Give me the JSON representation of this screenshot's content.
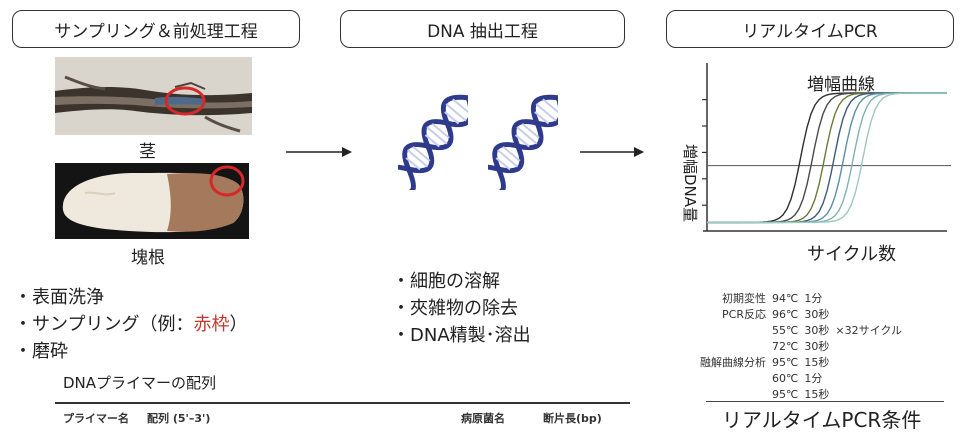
{
  "stages": [
    {
      "label": "サンプリング＆前処理工程"
    },
    {
      "label": "DNA 抽出工程"
    },
    {
      "label": "リアルタイムPCR"
    }
  ],
  "sampling": {
    "photo1_label": "茎",
    "photo2_label": "塊根",
    "bullets": [
      {
        "bullet": "・",
        "text": "表面洗浄"
      },
      {
        "bullet": "・",
        "text": "サンプリング（例：",
        "highlight": "赤枠",
        "suffix": "）"
      },
      {
        "bullet": "・",
        "text": "磨砕"
      }
    ]
  },
  "extraction": {
    "bullets": [
      {
        "bullet": "・",
        "text": "細胞の溶解"
      },
      {
        "bullet": "・",
        "text": "夾雑物の除去"
      },
      {
        "bullet": "・",
        "text": "DNA精製･溶出"
      }
    ]
  },
  "chart_data": {
    "type": "line",
    "title": "増幅曲線",
    "xlabel": "サイクル数",
    "ylabel": "増幅DNA量",
    "threshold": 0.45,
    "series": [
      {
        "color": "#2e2e2e",
        "midpoint": 0.39
      },
      {
        "color": "#4a4a4a",
        "midpoint": 0.44
      },
      {
        "color": "#6b7a3a",
        "midpoint": 0.49
      },
      {
        "color": "#3d5a7a",
        "midpoint": 0.53
      },
      {
        "color": "#5a8fa8",
        "midpoint": 0.57
      },
      {
        "color": "#7fb3b0",
        "midpoint": 0.61
      },
      {
        "color": "#9cc9c0",
        "midpoint": 0.65
      }
    ]
  },
  "pcr_conditions": {
    "rows": [
      {
        "step": "初期変性",
        "temp": "94℃",
        "time": "1分",
        "note": ""
      },
      {
        "step": "PCR反応",
        "temp": "96℃",
        "time": "30秒",
        "note": ""
      },
      {
        "step": "",
        "temp": "55℃",
        "time": "30秒",
        "note": "×32サイクル"
      },
      {
        "step": "",
        "temp": "72℃",
        "time": "30秒",
        "note": ""
      },
      {
        "step": "融解曲線分析",
        "temp": "95℃",
        "time": "15秒",
        "note": ""
      },
      {
        "step": "",
        "temp": "60℃",
        "time": "1分",
        "note": ""
      },
      {
        "step": "",
        "temp": "95℃",
        "time": "15秒",
        "note": ""
      }
    ],
    "caption": "リアルタイムPCR条件"
  },
  "primer": {
    "title": "DNAプライマーの配列",
    "columns": [
      "プライマー名",
      "配列 (5'–3')",
      "病原菌名",
      "断片長(bp)"
    ]
  },
  "colors": {
    "red_marker": "#d62828",
    "dna_blue": "#2e3a8c",
    "dna_light": "#c9cdea"
  }
}
